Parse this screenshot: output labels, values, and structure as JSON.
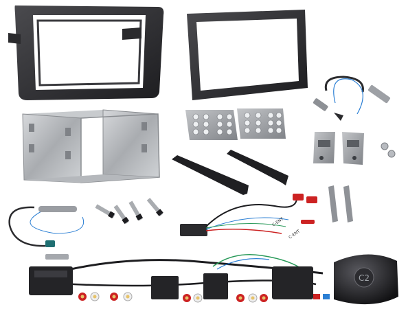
{
  "photo": {
    "background": "#ffffff",
    "items": [
      "fascia-panel",
      "double-din-frame",
      "metal-cage",
      "bracket-plates",
      "trim-strips",
      "antenna-adapter-cable",
      "release-keys",
      "steering-control-harness",
      "patch-lead",
      "steering-interface-box"
    ]
  },
  "labels": {
    "patch_lead_tag_1": "C-ENT",
    "patch_lead_tag_2": "C-ENT",
    "interface_logo": "C2"
  },
  "colors": {
    "plastic": "#2b2b2e",
    "metal": "#b9bcc0",
    "plate": "#9a9da2",
    "wire_red": "#cc2222",
    "wire_blue": "#2b7fd4",
    "wire_green": "#2a9a5a",
    "connector_teal": "#1f6f72"
  }
}
